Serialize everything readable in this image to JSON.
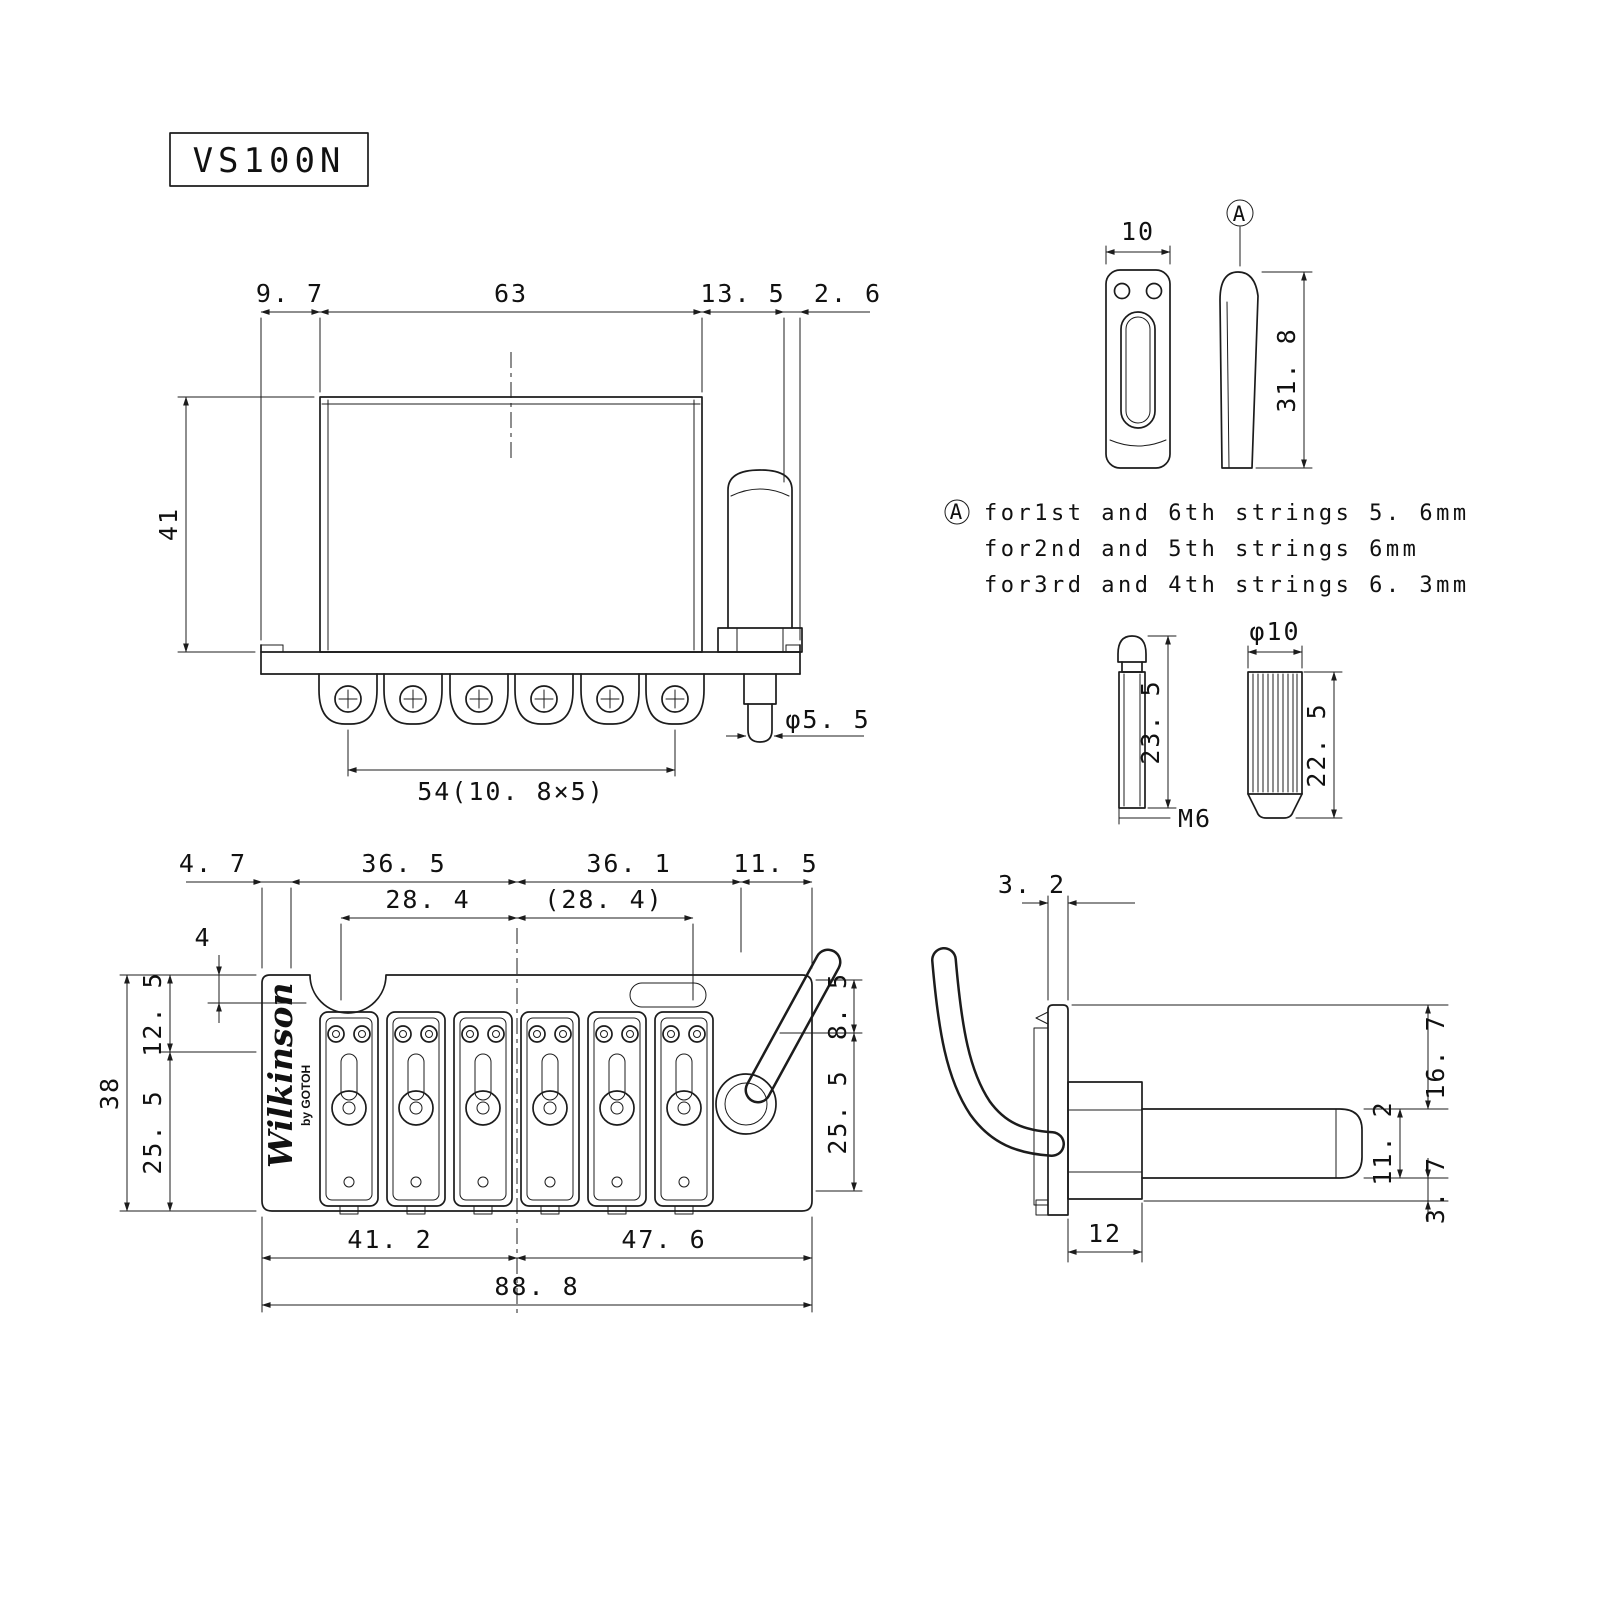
{
  "title": "VS100N",
  "front_view": {
    "dim_width_left": "9. 7",
    "dim_width_block": "63",
    "dim_width_arm": "13. 5",
    "dim_width_edge": "2. 6",
    "dim_height": "41",
    "dim_saddle_spacing": "54(10. 8×5)",
    "dim_arm_tip_dia": "φ5. 5"
  },
  "saddle_detail": {
    "dim_width": "10",
    "marker": "A",
    "dim_height": "31. 8",
    "notes_marker": "A",
    "note_1": "for1st and 6th strings 5. 6mm",
    "note_2": "for2nd and 5th strings 6mm",
    "note_3": "for3rd and 4th strings 6. 3mm"
  },
  "stud_detail": {
    "dim_height": "23. 5",
    "thread_label": "M6",
    "dim_insert_dia": "φ10",
    "dim_insert_height": "22. 5"
  },
  "top_view": {
    "dim_edge_left": "4. 7",
    "dim_left_block": "36. 5",
    "dim_right_block": "36. 1",
    "dim_edge_right": "11. 5",
    "dim_string_left": "28. 4",
    "dim_string_right": "(28. 4)",
    "dim_notch_depth": "4",
    "dim_top_row": "12. 5",
    "dim_saddle_len_left": "25. 5",
    "dim_depth": "38",
    "dim_arm_offset": "8. 5",
    "dim_saddle_len_right": "25. 5",
    "dim_bottom_left": "41. 2",
    "dim_bottom_right": "47. 6",
    "dim_overall_width": "88. 8",
    "logo": "Wilkinson",
    "logo_sub": "by GOTOH"
  },
  "arm_side_view": {
    "dim_plate_thickness": "3. 2",
    "dim_height_upper": "16. 7",
    "dim_shaft": "11. 2",
    "dim_lower": "3. 7",
    "dim_nut_length": "12"
  }
}
